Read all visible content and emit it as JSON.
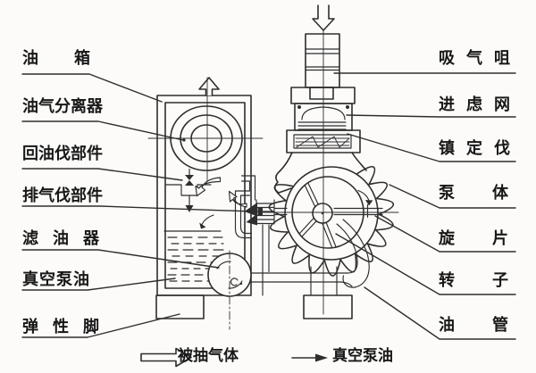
{
  "figure": {
    "background_color": "#fcfbf9",
    "line_color": "#2e2e2e"
  },
  "labels": {
    "left": [
      {
        "id": "oil-tank",
        "text": "油箱"
      },
      {
        "id": "oil-gas-separator",
        "text": "油气分离器"
      },
      {
        "id": "oil-return-valve-part",
        "text": "回油伐部件"
      },
      {
        "id": "exhaust-valve-part",
        "text": "排气伐部件"
      },
      {
        "id": "oil-filter",
        "text": "滤油器"
      },
      {
        "id": "vacuum-pump-oil",
        "text": "真空泵油"
      },
      {
        "id": "elastic-foot",
        "text": "弹性脚"
      }
    ],
    "right": [
      {
        "id": "suction-nozzle",
        "text": "吸气咀"
      },
      {
        "id": "inlet-filter-screen",
        "text": "进虑网"
      },
      {
        "id": "gas-ballast-valve",
        "text": "镇定伐"
      },
      {
        "id": "pump-body",
        "text": "泵体"
      },
      {
        "id": "rotary-vane",
        "text": "旋片"
      },
      {
        "id": "rotor",
        "text": "转子"
      },
      {
        "id": "oil-pipe",
        "text": "油管"
      }
    ]
  },
  "legend": {
    "pumped_gas": {
      "text": "被抽气体",
      "arrow": "hollow-arrow"
    },
    "vacuum_oil": {
      "text": "真空泵油",
      "arrow": "solid-arrow"
    }
  }
}
